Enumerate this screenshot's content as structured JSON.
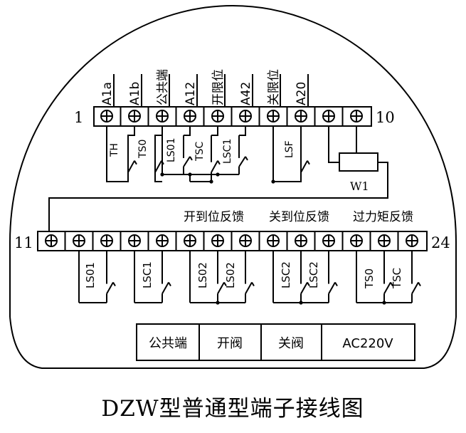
{
  "title": "DZW型普通型端子接线图",
  "top_strip": {
    "start_number": "1",
    "end_number": "10",
    "terminal_labels": [
      "A1a",
      "A1b",
      "公共端",
      "A12",
      "开限位",
      "A42",
      "关限位",
      "A20"
    ]
  },
  "bottom_strip": {
    "start_number": "11",
    "end_number": "24",
    "group_labels": [
      "开到位反馈",
      "关到位反馈",
      "过力矩反馈"
    ]
  },
  "top_switches": [
    "TH",
    "TS0",
    "LS01",
    "TSC",
    "LSC1",
    "LSF"
  ],
  "resistor_label": "W1",
  "bottom_switches": [
    "LS01",
    "LSC1",
    "LS02",
    "LS02",
    "LSC2",
    "LSC2",
    "TS0",
    "TSC"
  ],
  "supply_box": {
    "cells": [
      "公共端",
      "开阀",
      "关阀"
    ],
    "voltage": "AC220V"
  }
}
